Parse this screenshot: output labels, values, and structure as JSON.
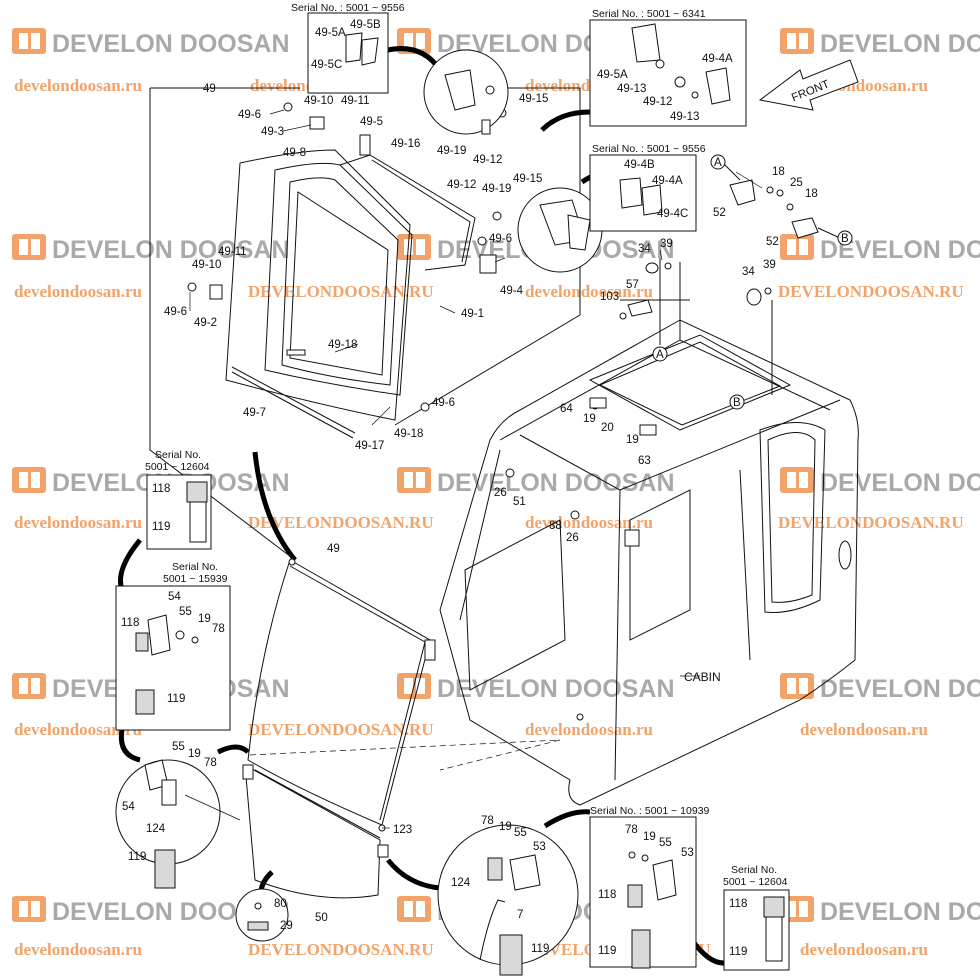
{
  "watermark": {
    "brand": "DEVELON DOOSAN",
    "url": "develondoosan.ru",
    "url_caps": "DEVELONDOOSAN.RU",
    "brand_color": "#a9a9a9",
    "logo_color": "#f2a36a",
    "url_color": "#f2a36a"
  },
  "serial_labels": {
    "s9556_top": "Serial No. : 5001 ~ 9556",
    "s6341": "Serial No. : 5001 ~ 6341",
    "s9556_mid": "Serial No. : 5001 ~ 9556",
    "s10939": "Serial No. : 5001 ~ 10939",
    "s12604_left_1": "Serial No.",
    "s12604_left_2": "5001 ~ 12604",
    "s15939_1": "Serial No.",
    "s15939_2": "5001 ~ 15939",
    "s12604_right_1": "Serial No.",
    "s12604_right_2": "5001 ~ 12604"
  },
  "front_arrow": "FRONT",
  "cabin_label": "CABIN",
  "callouts": {
    "c49": "49",
    "c49_5A_a": "49-5A",
    "c49_5B": "49-5B",
    "c49_5C": "49-5C",
    "c49_5A_b": "49-5A",
    "c49_4A_a": "49-4A",
    "c49_13_a": "49-13",
    "c49_12_a": "49-12",
    "c49_13_b": "49-13",
    "c49_6_a": "49-6",
    "c49_10_a": "49-10",
    "c49_11_a": "49-11",
    "c49_3": "49-3",
    "c49_5": "49-5",
    "c49_15_a": "49-15",
    "c49_19_a": "49-19",
    "c49_12_b": "49-12",
    "c49_16": "49-16",
    "c49_8": "49-8",
    "c49_12_c": "49-12",
    "c49_19_b": "49-19",
    "c49_15_b": "49-15",
    "c49_4B": "49-4B",
    "c49_4A_b": "49-4A",
    "c49_4C": "49-4C",
    "c49_6_b": "49-6",
    "c49_4": "49-4",
    "c49_11_b": "49-11",
    "c49_10_b": "49-10",
    "c49_6_c": "49-6",
    "c49_2": "49-2",
    "c49_1": "49-1",
    "c49_18_a": "49-18",
    "c49_7": "49-7",
    "c49_6_d": "49-6",
    "c49_18_b": "49-18",
    "c49_17": "49-17",
    "cA_top": "A",
    "cB_right": "B",
    "cA_roof": "A",
    "cB_roof": "B",
    "c18_a": "18",
    "c25": "25",
    "c18_b": "18",
    "c52_a": "52",
    "c52_b": "52",
    "c34_a": "34",
    "c39_a": "39",
    "c34_b": "34",
    "c39_b": "39",
    "c57": "57",
    "c103": "103",
    "c64": "64",
    "c19_a": "19",
    "c20": "20",
    "c19_b": "19",
    "c63": "63",
    "c26_a": "26",
    "c51": "51",
    "c88": "88",
    "c26_b": "26",
    "c49_door": "49",
    "c118_a": "118",
    "c119_a": "119",
    "c54_a": "54",
    "c55_a": "55",
    "c19_c": "19",
    "c78_a": "78",
    "c118_b": "118",
    "c119_b": "119",
    "c55_b": "55",
    "c19_d": "19",
    "c78_b": "78",
    "c54_b": "54",
    "c124_a": "124",
    "c119_c": "119",
    "c123": "123",
    "c50": "50",
    "c80": "80",
    "c29": "29",
    "c78_c": "78",
    "c19_e": "19",
    "c55_c": "55",
    "c53_a": "53",
    "c124_b": "124",
    "c7": "7",
    "c119_d": "119",
    "c78_d": "78",
    "c19_f": "19",
    "c55_d": "55",
    "c53_b": "53",
    "c118_c": "118",
    "c119_e": "119",
    "c118_d": "118",
    "c119_f": "119"
  }
}
